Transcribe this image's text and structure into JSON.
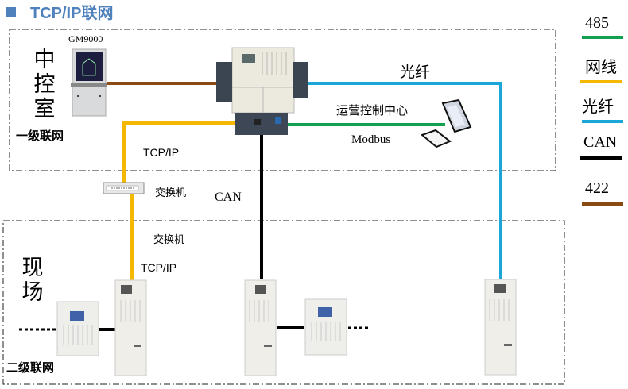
{
  "title": "TCP/IP联网",
  "central_room": {
    "label_chars": [
      "中",
      "控",
      "室"
    ],
    "level_label": "一级联网",
    "workstation_label": "GM9000"
  },
  "field": {
    "label_chars": [
      "现",
      "场"
    ],
    "level_label": "二级联网"
  },
  "connections": {
    "fiber_label": "光纤",
    "ops_center_label": "运营控制中心",
    "modbus_label": "Modbus",
    "tcpip_upper_label": "TCP/IP",
    "switch_label_upper": "交换机",
    "can_label": "CAN",
    "switch_label_lower": "交换机",
    "tcpip_lower_label": "TCP/IP"
  },
  "legend": [
    {
      "label": "485",
      "color": "#12a050"
    },
    {
      "label": "网线",
      "color": "#f5b800"
    },
    {
      "label": "光纤",
      "color": "#1aa7d8"
    },
    {
      "label": "CAN",
      "color": "#000000"
    },
    {
      "label": "422",
      "color": "#8a4a12"
    }
  ],
  "colors": {
    "title": "#4f81bd",
    "rs485": "#12a050",
    "ethernet": "#f5b800",
    "fiber": "#1aa7d8",
    "can": "#000000",
    "rs422": "#8a4a12"
  }
}
